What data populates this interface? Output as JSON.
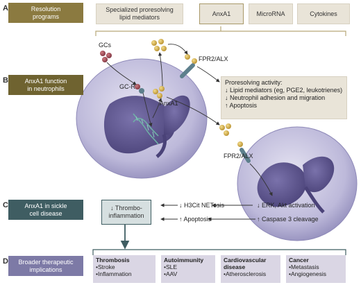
{
  "sections": [
    {
      "letter": "A",
      "line1": "Resolution",
      "line2": "programs",
      "color": "#8b7a40"
    },
    {
      "letter": "B",
      "line1": "AnxA1 function",
      "line2": "in neutrophils",
      "color": "#6f6330"
    },
    {
      "letter": "C",
      "line1": "AnxA1 in sickle",
      "line2": "cell disease",
      "color": "#3f5d62"
    },
    {
      "letter": "D",
      "line1": "Broader therapeutic",
      "line2": "implications",
      "color": "#7d7aa6"
    }
  ],
  "programs": [
    {
      "line1": "Specialized proresolving",
      "line2": "lipid mediators"
    },
    {
      "line1": "AnxA1",
      "line2": ""
    },
    {
      "line1": "MicroRNA",
      "line2": ""
    },
    {
      "line1": "Cytokines",
      "line2": ""
    }
  ],
  "diagram_labels": {
    "gcs": "GCs",
    "gcr": "GC-R",
    "anxa1": "AnxA1",
    "fpr2_top": "FPR2/ALX",
    "fpr2_bottom": "FPR2/ALX"
  },
  "proresolving": {
    "title": "Proresolving activity:",
    "items": [
      "↓ Lipid mediators (eg, PGE2, leukotrienes)",
      "↓ Neutrophil adhesion and migration",
      "↑ Apoptosis"
    ]
  },
  "sickle": {
    "box_line1": "↓ Thrombo-",
    "box_line2": "inflammation",
    "netosis": "↓ H3Cit NETosis",
    "apoptosis": "↑ Apoptosis",
    "erk": "↓ ERK, Akt activation",
    "caspase": "↑ Caspase 3 cleavage"
  },
  "implications": [
    {
      "title": "Thrombosis",
      "items": [
        "•Stroke",
        "•Inflammation"
      ]
    },
    {
      "title": "Autoimmunity",
      "items": [
        "•SLE",
        "•AAV"
      ]
    },
    {
      "title": "Cardiovascular",
      "title2": "disease",
      "items": [
        "•Atherosclerosis"
      ]
    },
    {
      "title": "Cancer",
      "items": [
        "•Metastasis",
        "•Angiogenesis"
      ]
    }
  ],
  "colors": {
    "cell": "#b4b1d4",
    "cell_edge": "#8e89b8",
    "nucleus": "#5d5590",
    "bead": "#d4b24c",
    "gc_bead": "#a8505a",
    "receptor": "#5d7f8c"
  }
}
